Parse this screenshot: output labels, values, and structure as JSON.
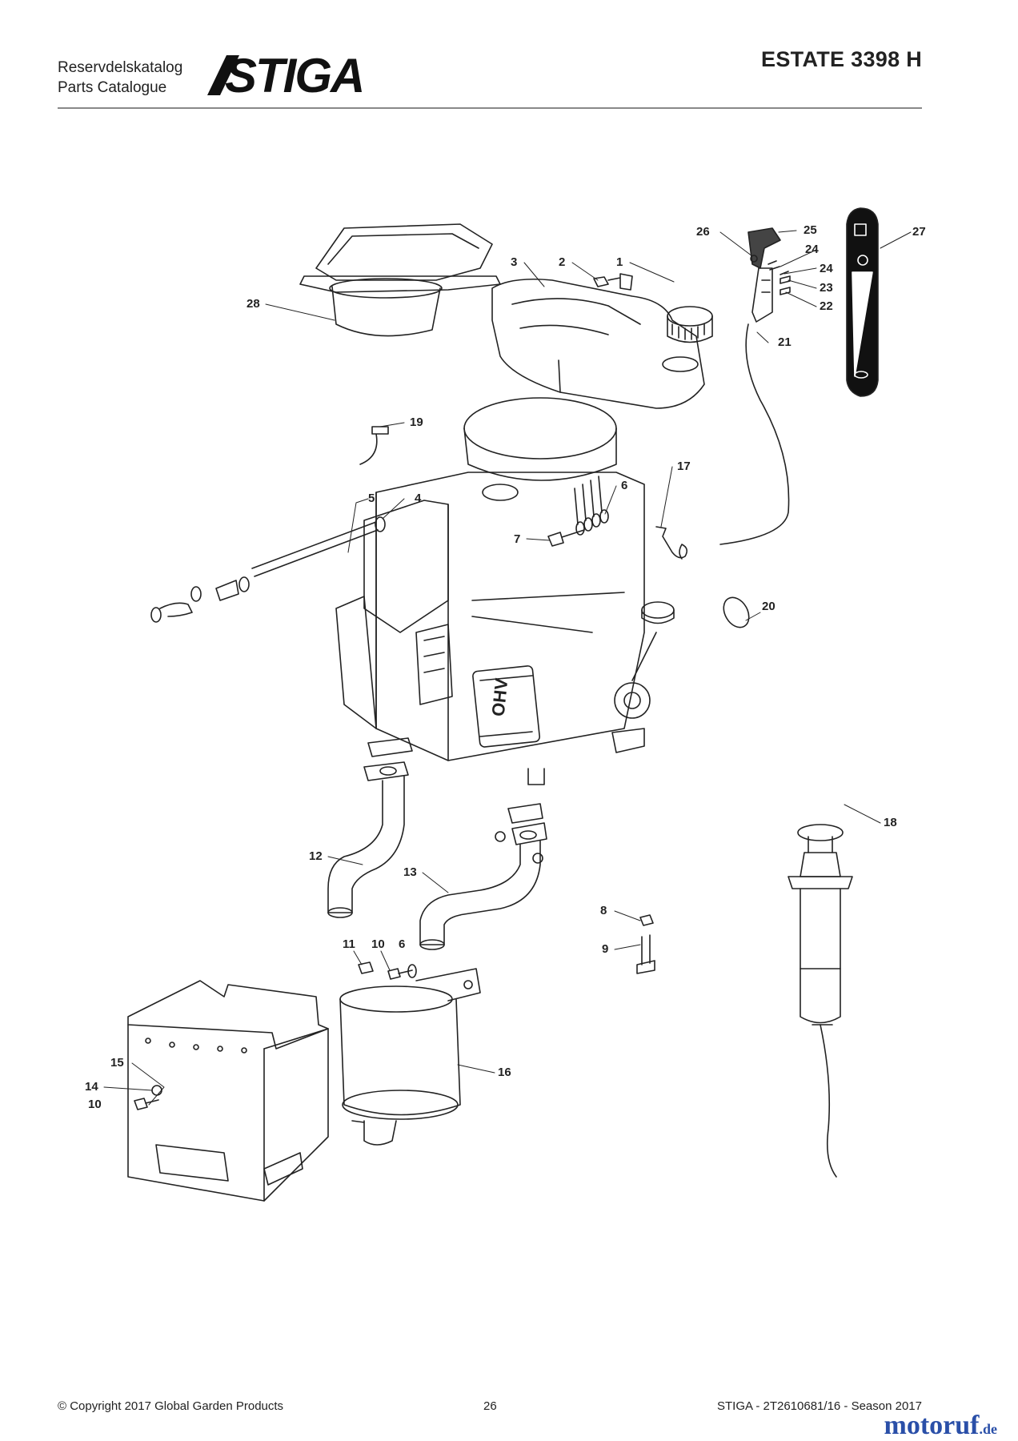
{
  "header": {
    "catalog_line_1": "Reservdelskatalog",
    "catalog_line_2": "Parts Catalogue",
    "brand": "STIGA",
    "model": "ESTATE 3398 H"
  },
  "diagram": {
    "callouts": [
      "1",
      "2",
      "3",
      "4",
      "5",
      "6",
      "7",
      "8",
      "9",
      "10",
      "11",
      "12",
      "13",
      "14",
      "15",
      "16",
      "17",
      "18",
      "19",
      "20",
      "21",
      "22",
      "23",
      "24",
      "25",
      "26",
      "27",
      "28"
    ],
    "engine_label": "OHV"
  },
  "footer": {
    "copyright": "© Copyright 2017 Global Garden Products",
    "page_number": "26",
    "catalog_ref": "STIGA - 2T2610681/16 - Season 2017"
  },
  "watermark": {
    "name": "motoruf",
    "tld": ".de"
  },
  "colors": {
    "line": "#222222",
    "rule": "#888888",
    "watermark": "#2a4fa8"
  }
}
